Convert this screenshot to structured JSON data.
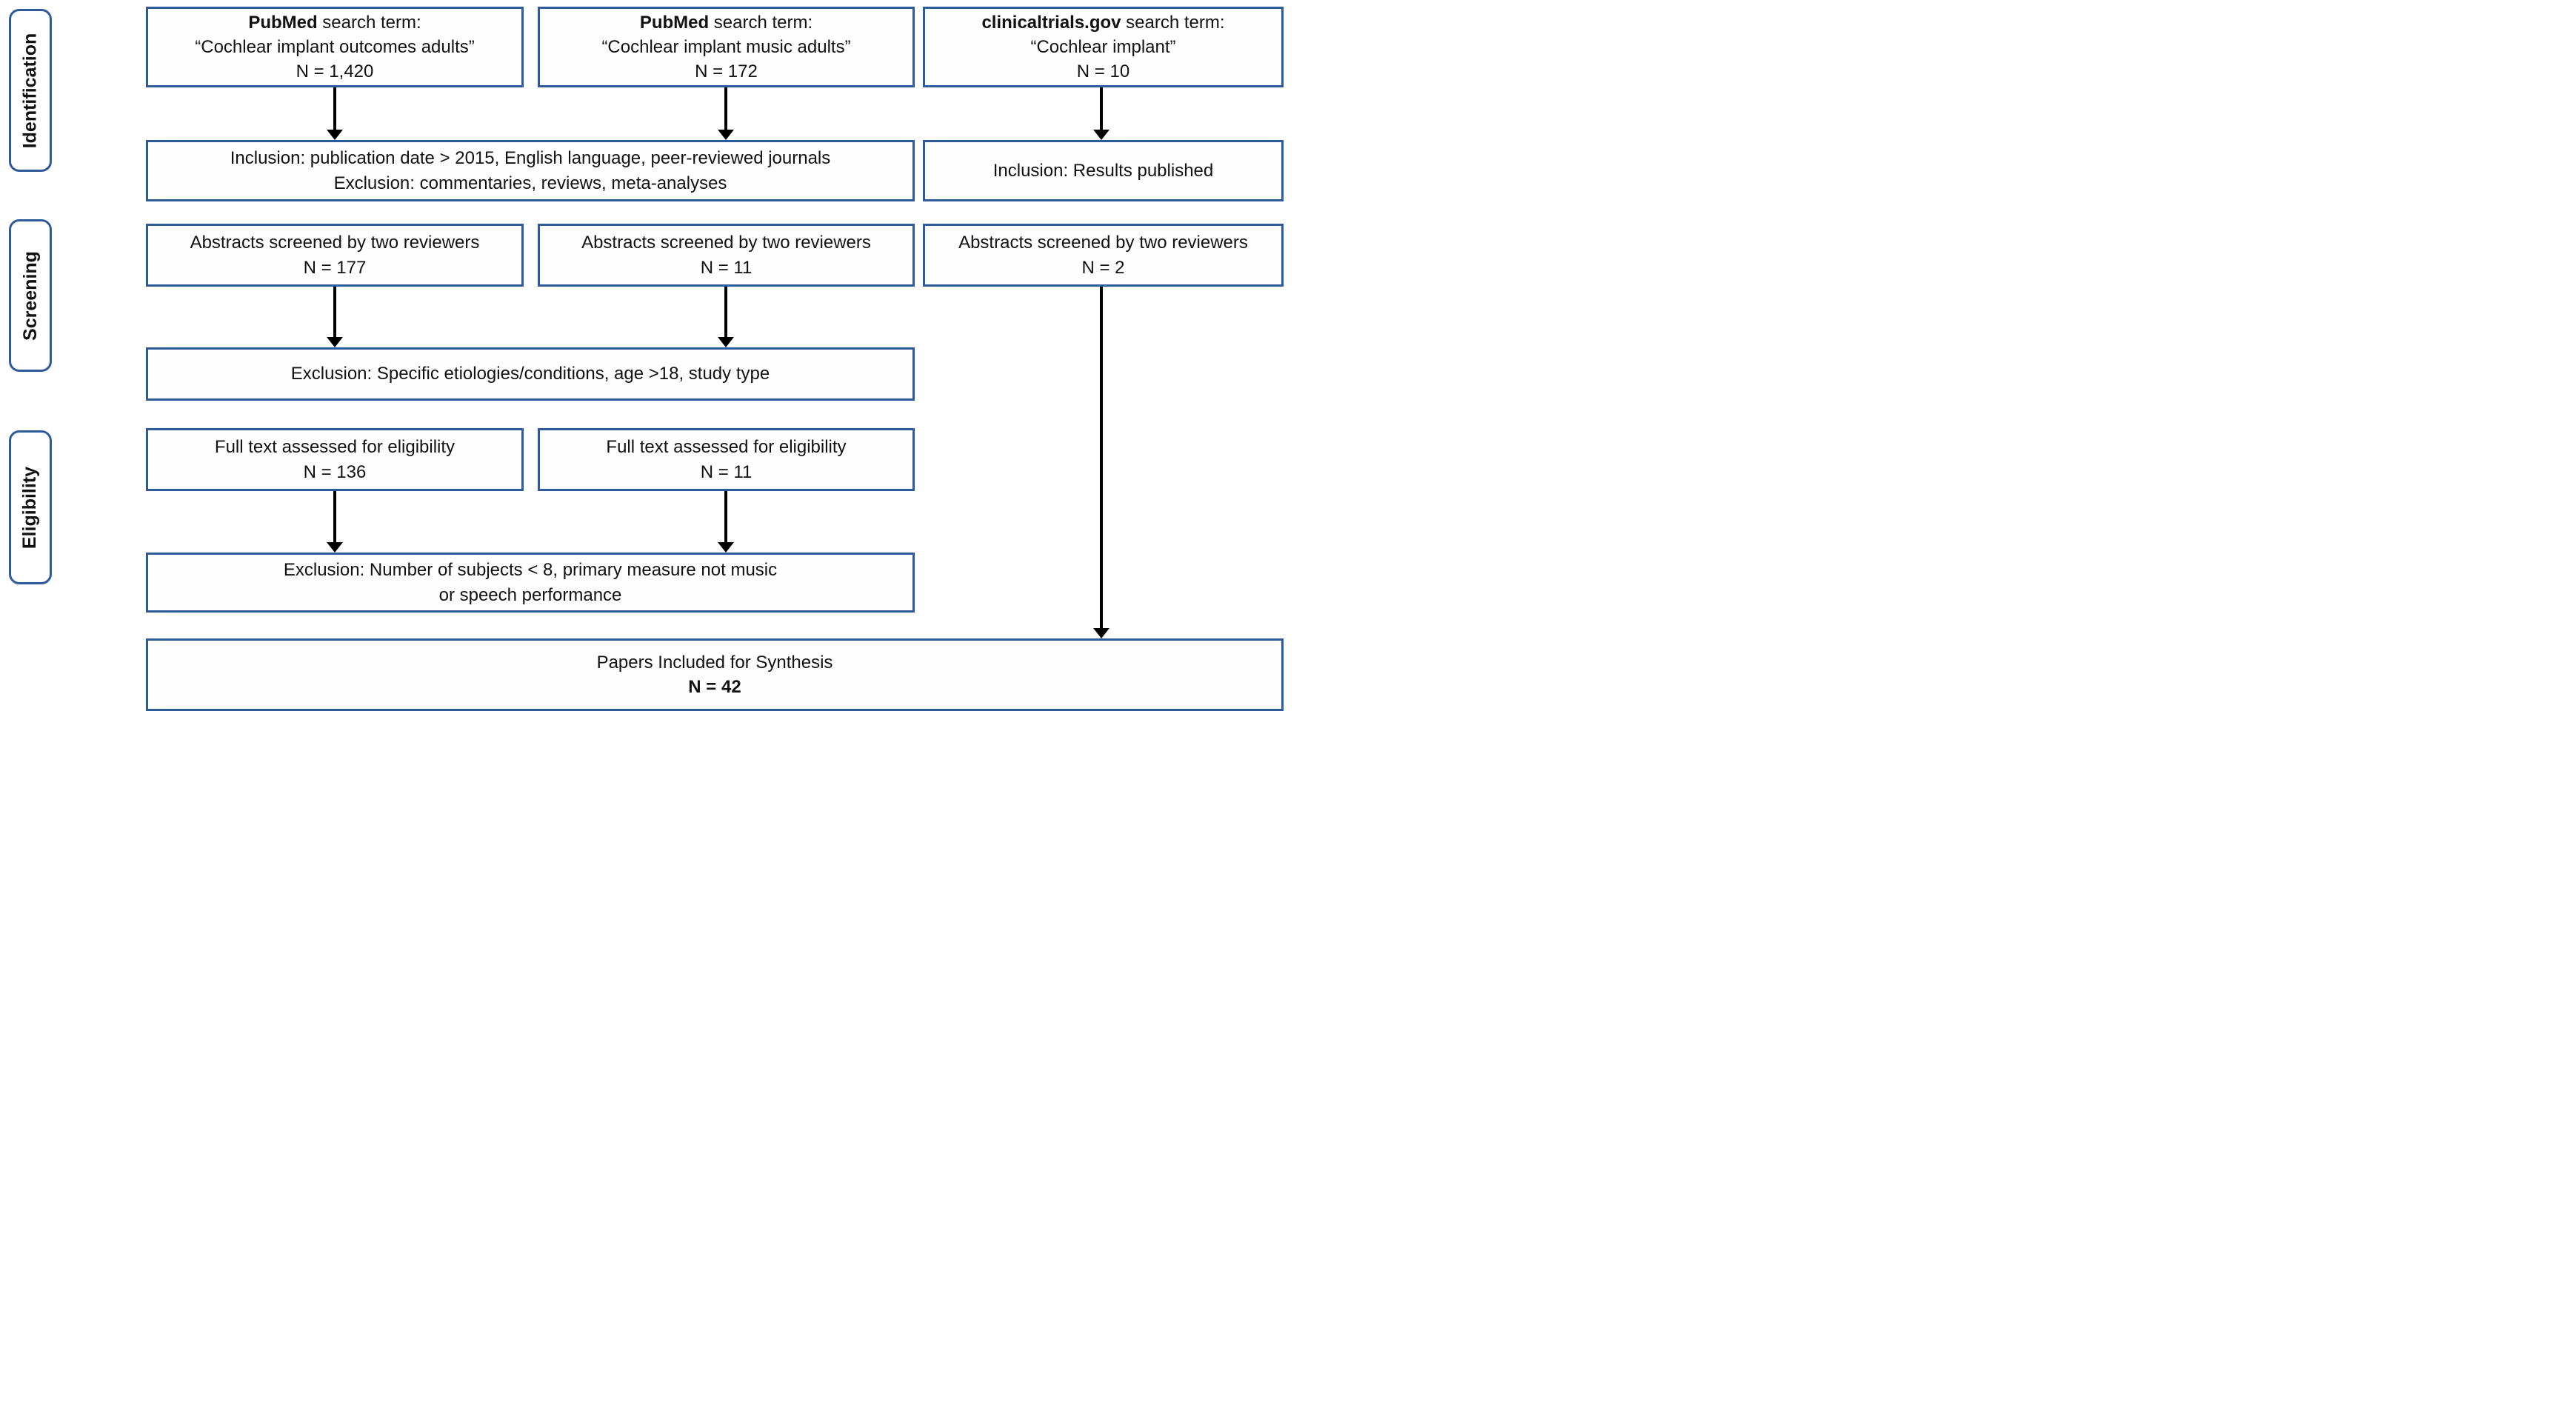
{
  "colors": {
    "box_border": "#2f5b9c",
    "arrow": "#000000",
    "text": "#111111",
    "background": "#ffffff"
  },
  "stages": {
    "identification": "Identification",
    "screening": "Screening",
    "eligibility": "Eligibility"
  },
  "identification": {
    "search1": {
      "source": "PubMed",
      "label_rest": " search term:",
      "term": "“Cochlear implant outcomes adults”",
      "count": "N = 1,420"
    },
    "search2": {
      "source": "PubMed",
      "label_rest": " search term:",
      "term": "“Cochlear implant music adults”",
      "count": "N = 172"
    },
    "search3": {
      "source": "clinicaltrials.gov",
      "label_rest": " search term:",
      "term": "“Cochlear implant”",
      "count": "N = 10"
    },
    "criteria_main": {
      "inclusion": "Inclusion: publication date > 2015, English language, peer-reviewed journals",
      "exclusion": "Exclusion: commentaries, reviews, meta-analyses"
    },
    "criteria_right": {
      "inclusion": "Inclusion: Results published"
    }
  },
  "screening": {
    "abstracts1": {
      "text": "Abstracts screened by two reviewers",
      "count": "N = 177"
    },
    "abstracts2": {
      "text": "Abstracts screened by two reviewers",
      "count": "N = 11"
    },
    "abstracts3": {
      "text": "Abstracts screened by two reviewers",
      "count": "N = 2"
    },
    "exclusion": {
      "text": "Exclusion: Specific etiologies/conditions, age >18, study type"
    }
  },
  "eligibility": {
    "fulltext1": {
      "text": "Full text assessed for eligibility",
      "count": "N = 136"
    },
    "fulltext2": {
      "text": "Full text assessed for eligibility",
      "count": "N = 11"
    },
    "exclusion": {
      "line1": "Exclusion: Number of subjects < 8, primary measure not music",
      "line2": "or speech performance"
    }
  },
  "synthesis": {
    "text": "Papers Included for Synthesis",
    "count": "N = 42"
  }
}
